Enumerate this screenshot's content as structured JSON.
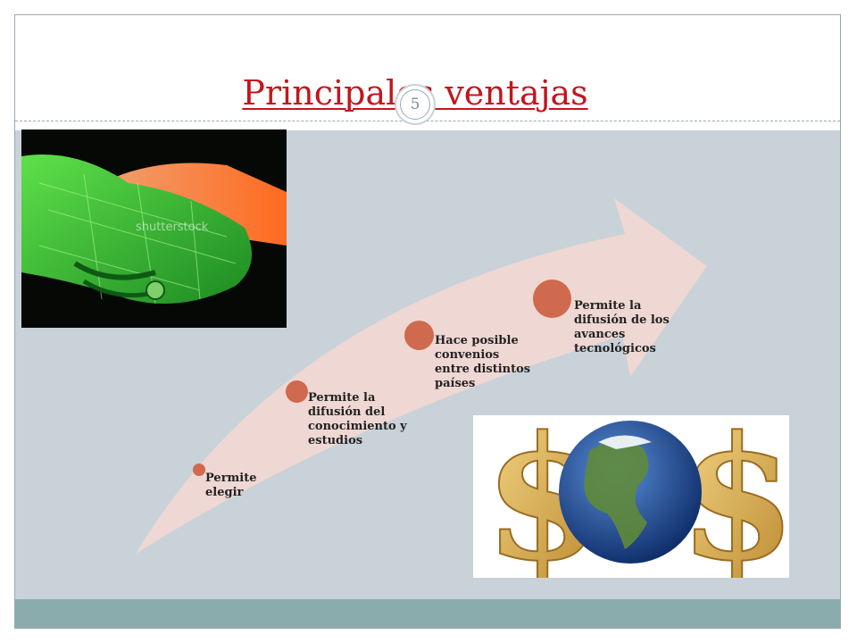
{
  "slide": {
    "title": "Principales ventajas",
    "page_number": "5"
  },
  "steps": [
    {
      "text": "Permite elegir"
    },
    {
      "text": "Permite la difusión del conocimiento y estudios"
    },
    {
      "text": "Hace posible convenios entre distintos países"
    },
    {
      "text": "Permite la difusión de los avances tecnológicos"
    }
  ],
  "images": {
    "handshake": {
      "watermark": "shutterstock"
    }
  },
  "colors": {
    "title": "#c3161c",
    "content_background": "#c8d2d8",
    "footer_band": "#8aacac",
    "arrow_fill": "#f1d7d3",
    "step_dot": "#cf6a4e"
  }
}
